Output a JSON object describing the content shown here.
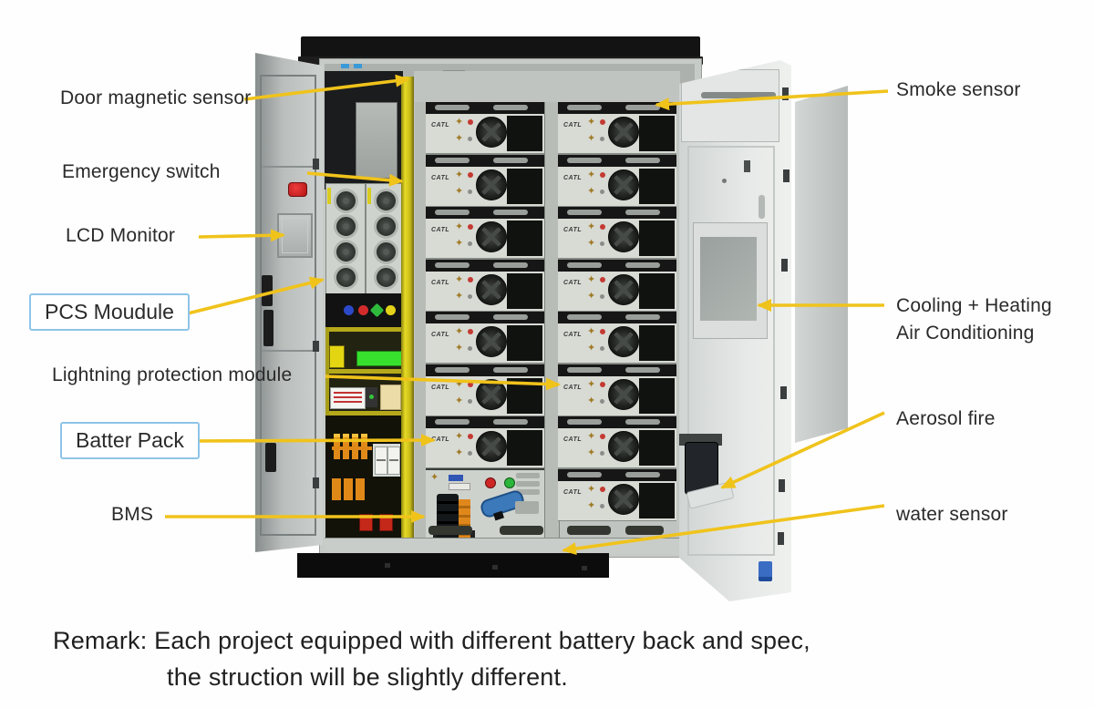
{
  "labels": {
    "left": [
      {
        "id": "door-magnetic-sensor",
        "text": "Door magnetic sensor",
        "boxed": false
      },
      {
        "id": "emergency-switch",
        "text": "Emergency switch",
        "boxed": false
      },
      {
        "id": "lcd-monitor",
        "text": "LCD Monitor",
        "boxed": false
      },
      {
        "id": "pcs-module",
        "text": "PCS Moudule",
        "boxed": true
      },
      {
        "id": "lightning-protection-module",
        "text": "Lightning protection module",
        "boxed": false
      },
      {
        "id": "battery-pack",
        "text": "Batter Pack",
        "boxed": true
      },
      {
        "id": "bms",
        "text": "BMS",
        "boxed": false
      }
    ],
    "right": [
      {
        "id": "smoke-sensor",
        "text": "Smoke sensor"
      },
      {
        "id": "air-conditioning",
        "line1": "Cooling + Heating",
        "line2": "Air Conditioning"
      },
      {
        "id": "aerosol-fire",
        "text": "Aerosol fire"
      },
      {
        "id": "water-sensor",
        "text": "water sensor"
      }
    ]
  },
  "remark": {
    "line1": "Remark: Each project equipped with different battery back and spec,",
    "line2": "the struction will be slightly different."
  },
  "cabinet": {
    "battery_brand": "CATL",
    "battery_columns": [
      {
        "name": "left-battery-column",
        "rows": 7
      },
      {
        "name": "right-battery-column",
        "rows": 8
      }
    ]
  },
  "colors": {
    "arrow": "#f0c31b",
    "label_box_border": "#8ec4e8",
    "cabinet_cap": "#131313",
    "cabinet_base": "#0c0c0c",
    "yellow_strip": "#d9cd20",
    "emergency_red": "#c41818",
    "breaker_blue": "#3b79ba"
  }
}
